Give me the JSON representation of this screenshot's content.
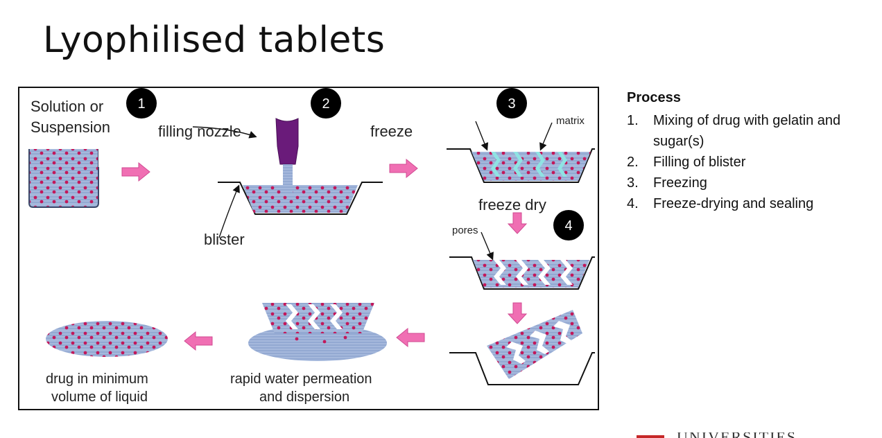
{
  "slide": {
    "title": "Lyophilised tablets"
  },
  "diagram": {
    "badges": [
      "1",
      "2",
      "3",
      "4"
    ],
    "labels": {
      "solution_line1": "Solution or",
      "solution_line2": "Suspension",
      "filling_nozzle": "filling nozzle",
      "freeze": "freeze",
      "matrix": "matrix",
      "blister": "blister",
      "freeze_dry": "freeze dry",
      "pores": "pores",
      "drug_line1": "drug in minimum",
      "drug_line2": "volume of liquid",
      "rapid_line1": "rapid water permeation",
      "rapid_line2": "and dispersion"
    },
    "colors": {
      "liquid": "#8fa6cf",
      "dots": "#c2185b",
      "arrow": "#f06fb3",
      "nozzle": "#6a1b7a",
      "matrix_band": "#8fe3e3"
    }
  },
  "process": {
    "heading": "Process",
    "steps": [
      {
        "num": "1.",
        "text": "Mixing of drug with gelatin and sugar(s)"
      },
      {
        "num": "2.",
        "text": "Filling of blister"
      },
      {
        "num": "3.",
        "text": "Freezing"
      },
      {
        "num": "4.",
        "text": "Freeze-drying and sealing"
      }
    ]
  },
  "footer": {
    "logo_text": "UNIVERSITIES"
  }
}
